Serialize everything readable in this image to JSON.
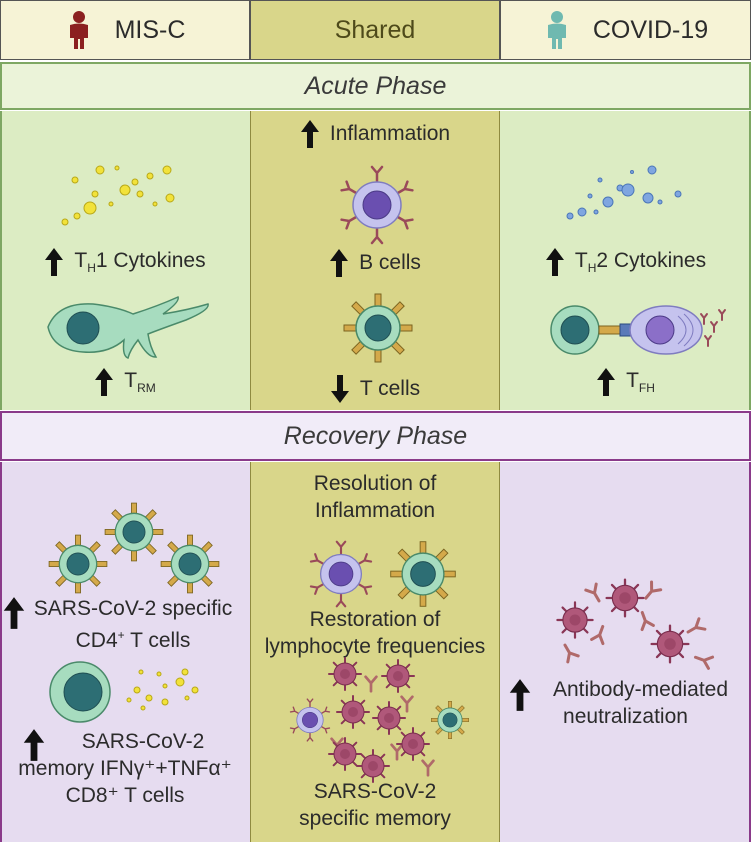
{
  "headers": {
    "left": "MIS-C",
    "middle": "Shared",
    "right": "COVID-19"
  },
  "phases": {
    "acute": "Acute Phase",
    "recovery": "Recovery Phase"
  },
  "acute": {
    "left": {
      "cytokines": {
        "pre": "T",
        "sub": "H",
        "post": "1 Cytokines"
      },
      "cell": {
        "pre": "T",
        "sub": "RM"
      }
    },
    "middle": {
      "inflammation": "Inflammation",
      "b_cells": "B cells",
      "t_cells": "T cells"
    },
    "right": {
      "cytokines": {
        "pre": "T",
        "sub": "H",
        "post": "2 Cytokines"
      },
      "cell": {
        "pre": "T",
        "sub": "FH"
      }
    }
  },
  "recovery": {
    "left": {
      "cd4_line1": "SARS-CoV-2 specific",
      "cd4_line2_pre": "CD4",
      "cd4_line2_sup": "+",
      "cd4_line2_post": " T cells",
      "cd8_line1": "SARS-CoV-2",
      "cd8_line2": "memory IFNγ⁺+TNFα⁺",
      "cd8_line3": "CD8⁺ T cells"
    },
    "middle": {
      "resolution_line1": "Resolution of",
      "resolution_line2": "Inflammation",
      "restoration_line1": "Restoration of",
      "restoration_line2": "lymphocyte frequencies",
      "memory_line1": "SARS-CoV-2",
      "memory_line2": "specific memory"
    },
    "right": {
      "antibody_line1": "Antibody-mediated",
      "antibody_line2": "neutralization"
    }
  },
  "colors": {
    "acute_panel": "#dcecc3",
    "recovery_panel": "#e6dcf0",
    "shared_column": "#d9d68a",
    "misc_person": "#8b2020",
    "covid_person": "#6fb9b0",
    "th1_cytokine": "#f2e23a",
    "th2_cytokine": "#7fa6e0",
    "cell_outer": "#a7dcbf",
    "cell_nucleus": "#2d6e74",
    "b_cell_outer": "#c5c3ee",
    "b_cell_nucleus": "#6a4fb0",
    "receptor": "#c9a14a",
    "antibody": "#b06a6a",
    "virus": "#b0587a"
  }
}
